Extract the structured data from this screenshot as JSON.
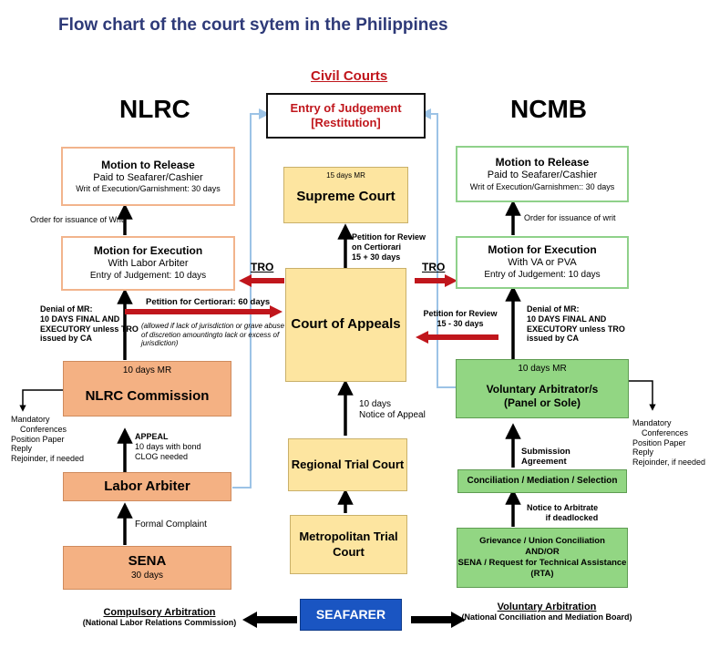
{
  "title": "Flow chart of the court sytem in the Philippines",
  "headers": {
    "nlrc": "NLRC",
    "ncmb": "NCMB",
    "civil": "Civil Courts"
  },
  "nlrc": {
    "motion_release": {
      "title": "Motion to Release",
      "line1": "Paid to Seafarer/Cashier",
      "line2": "Writ of Execution/Garnishment: 30 days"
    },
    "order_writ": "Order for issuance of Writ",
    "motion_execution": {
      "title": "Motion for Execution",
      "line1": "With Labor Arbiter",
      "line2": "Entry of Judgement: 10 days"
    },
    "denial_mr": [
      "Denial of MR:",
      "10 DAYS FINAL AND",
      "EXECUTORY unless TRO",
      "issued by CA"
    ],
    "commission": {
      "mr": "10 days MR",
      "title": "NLRC Commission"
    },
    "mandatory": [
      "Mandatory",
      "Conferences",
      "Position Paper",
      "Reply",
      "Rejoinder, if needed"
    ],
    "appeal": [
      "APPEAL",
      "10 days with bond",
      "CLOG needed"
    ],
    "labor_arbiter": "Labor Arbiter",
    "formal_complaint": "Formal Complaint",
    "sena": {
      "title": "SENA",
      "days": "30 days"
    },
    "compulsory": {
      "title": "Compulsory Arbitration",
      "sub": "(National Labor Relations Commission)"
    }
  },
  "civil": {
    "entry": {
      "line1": "Entry of Judgement",
      "line2": "[Restitution]"
    },
    "supreme": {
      "mr": "15 days MR",
      "title": "Supreme Court"
    },
    "petition_review_sc": [
      "Petition for Review",
      "on Certiorari",
      "15 + 30 days"
    ],
    "court_appeals": "Court of Appeals",
    "notice_appeal": [
      "10 days",
      "Notice of Appeal"
    ],
    "rtc": "Regional Trial Court",
    "mtc": [
      "Metropolitan Trial",
      "Court"
    ],
    "petition_certiorari": "Petition for Certiorari: 60 days",
    "certiorari_note": [
      "(allowed if  lack of jurisdiction or grave abuse",
      "of discretion amountingto lack  or excess of",
      "jurisdiction)"
    ],
    "petition_review_ca": [
      "Petition for Review",
      "15 - 30 days"
    ],
    "tro": "TRO"
  },
  "ncmb": {
    "motion_release": {
      "title": "Motion to Release",
      "line1": "Paid to Seafarer/Cashier",
      "line2": "Writ of Execution/Garnishmen:: 30 days"
    },
    "order_writ": "Order for issuance of writ",
    "motion_execution": {
      "title": "Motion for Execution",
      "line1": "With VA or PVA",
      "line2": "Entry of Judgement: 10 days"
    },
    "denial_mr": [
      "Denial of MR:",
      "10 DAYS FINAL AND",
      "EXECUTORY unless TRO",
      "issued by CA"
    ],
    "va": {
      "mr": "10 days MR",
      "line1": "Voluntary Arbitrator/s",
      "line2": "(Panel or Sole)"
    },
    "mandatory": [
      "Mandatory",
      "Conferences",
      "Position Paper",
      "Reply",
      "Rejoinder, if needed"
    ],
    "submission": [
      "Submission",
      "Agreement"
    ],
    "conciliation": "Conciliation / Mediation / Selection",
    "notice_arbitrate": [
      "Notice to Arbitrate",
      "if deadlocked"
    ],
    "grievance": [
      "Grievance / Union Conciliation",
      "AND/OR",
      "SENA / Request for Technical Assistance",
      "(RTA)"
    ],
    "voluntary": {
      "title": "Voluntary Arbitration",
      "sub": "(National Conciliation and  Mediation Board)"
    }
  },
  "seafarer": "SEAFARER",
  "colors": {
    "title": "#2e3a78",
    "red_arrow": "#c0161c",
    "blue_box": "#1a55c2",
    "connector": "#9cc3e6"
  }
}
